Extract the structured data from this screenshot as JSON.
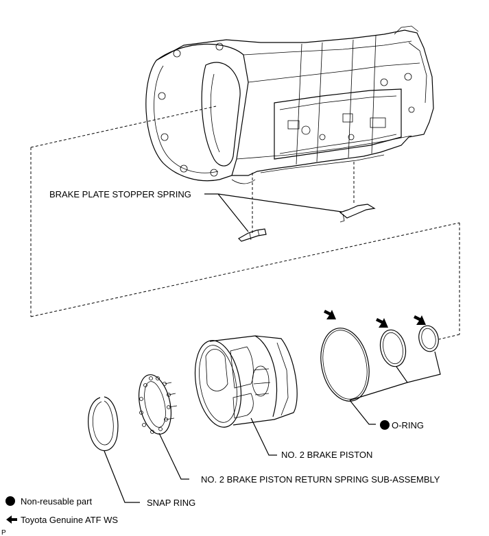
{
  "labels": {
    "brake_plate_stopper_spring": "BRAKE PLATE STOPPER SPRING",
    "o_ring": "O-RING",
    "no2_brake_piston": "NO. 2 BRAKE PISTON",
    "no2_brake_piston_return_spring": "NO. 2 BRAKE PISTON RETURN SPRING SUB-ASSEMBLY",
    "snap_ring": "SNAP RING"
  },
  "legend": {
    "non_reusable": "Non-reusable part",
    "atf": "Toyota Genuine ATF WS"
  },
  "corner_mark": "P",
  "icons": {
    "non_reusable": "filled-circle-icon",
    "atf": "arrow-left-icon"
  }
}
